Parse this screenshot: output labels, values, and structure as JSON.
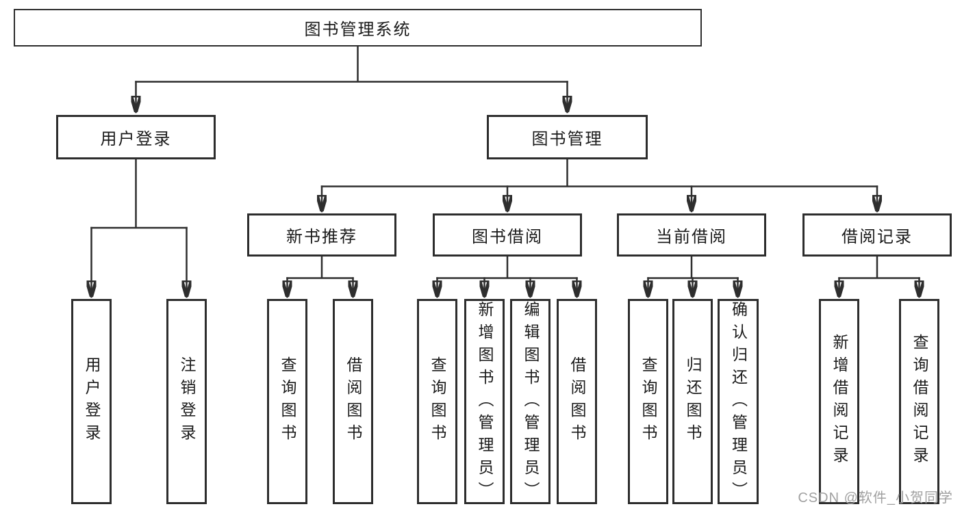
{
  "tree": {
    "root": {
      "label": "图书管理系统"
    },
    "login": {
      "label": "用户登录",
      "children": [
        {
          "label": "用户登录"
        },
        {
          "label": "注销登录"
        }
      ]
    },
    "management": {
      "label": "图书管理",
      "sections": [
        {
          "label": "新书推荐",
          "children": [
            {
              "label": "查询图书"
            },
            {
              "label": "借阅图书"
            }
          ]
        },
        {
          "label": "图书借阅",
          "children": [
            {
              "label": "查询图书"
            },
            {
              "label": "新增图书（管理员）"
            },
            {
              "label": "编辑图书（管理员）"
            },
            {
              "label": "借阅图书"
            }
          ]
        },
        {
          "label": "当前借阅",
          "children": [
            {
              "label": "查询图书"
            },
            {
              "label": "归还图书"
            },
            {
              "label": "确认归还（管理员）"
            }
          ]
        },
        {
          "label": "借阅记录",
          "children": [
            {
              "label": "新增借阅记录"
            },
            {
              "label": "查询借阅记录"
            }
          ]
        }
      ]
    }
  },
  "watermark": {
    "text": "CSDN @软件_小贺同学",
    "color": "#a0a0a0"
  },
  "colors": {
    "line": "#2e2e2e",
    "box_border": "#2d2d2d",
    "text": "#1a1a1a",
    "background": "#ffffff"
  }
}
